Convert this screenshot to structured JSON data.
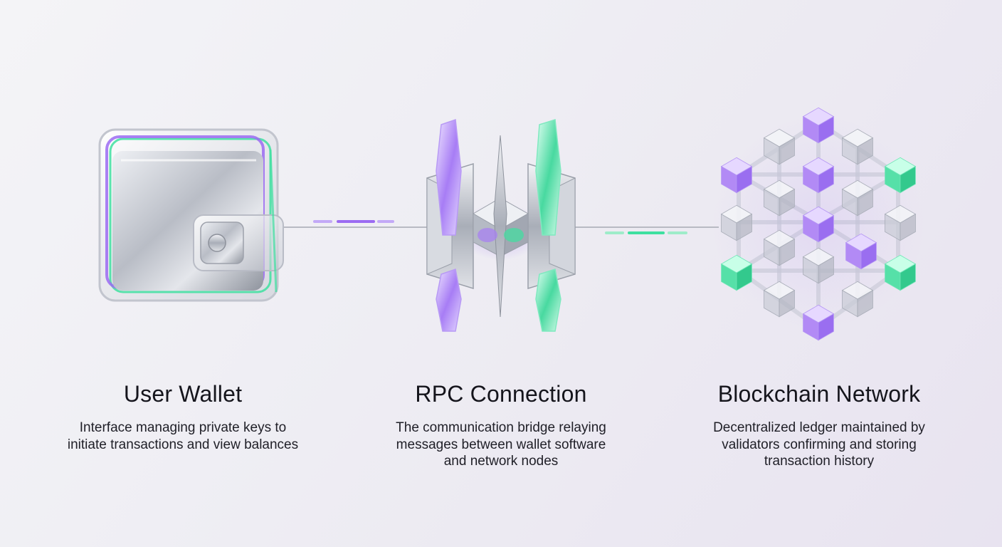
{
  "stages": [
    {
      "title": "User Wallet",
      "description": "Interface managing private keys to initiate transactions and view balances",
      "icon": "wallet-icon"
    },
    {
      "title": "RPC Connection",
      "description": "The communication bridge relaying messages between wallet software and network nodes",
      "icon": "rpc-bridge-icon"
    },
    {
      "title": "Blockchain Network",
      "description": "Decentralized ledger maintained by validators confirming and storing transaction history",
      "icon": "blockchain-network-icon"
    }
  ],
  "colors": {
    "accent_purple": "#9b6bf2",
    "accent_green": "#3ee0a0",
    "metal": "#c9ccd3",
    "text": "#15151c"
  }
}
